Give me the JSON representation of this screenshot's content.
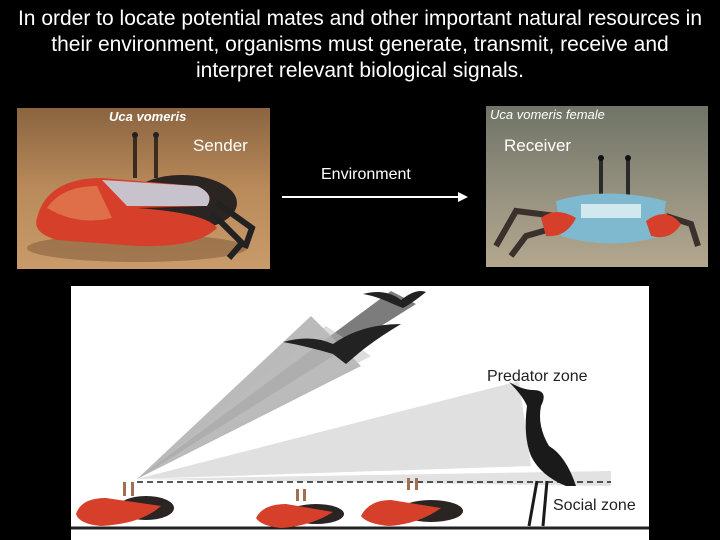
{
  "slide": {
    "heading": "In order to locate potential mates and other important natural resources in their environment, organisms must generate, transmit, receive and interpret relevant biological signals.",
    "sender_label": "Sender",
    "receiver_label": "Receiver",
    "environment_label": "Environment"
  },
  "left_photo": {
    "caption": "Uca vomeris"
  },
  "right_photo": {
    "caption": "Uca vomeris female"
  },
  "diagram": {
    "predator_zone_label": "Predator zone",
    "social_zone_label": "Social zone"
  },
  "colors": {
    "background": "#000000",
    "text": "#ffffff",
    "claw": "#d6402a",
    "sand": "#b98a5a"
  }
}
